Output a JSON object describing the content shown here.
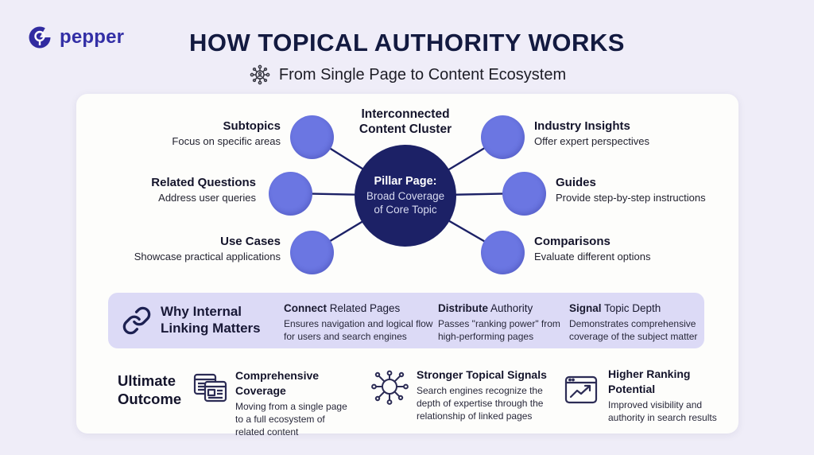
{
  "colors": {
    "background": "#efedf8",
    "panel": "#fdfdfb",
    "hub_navy": "#1c2166",
    "satellite_blue": "#6b76e2",
    "band_lavender": "#dcdaf6",
    "brand_indigo": "#332fa6",
    "title_navy": "#131a40"
  },
  "header": {
    "logo_text": "pepper",
    "title": "HOW TOPICAL AUTHORITY WORKS",
    "subtitle": "From Single Page to Content Ecosystem"
  },
  "cluster": {
    "heading": "Interconnected Content Cluster",
    "hub": {
      "title": "Pillar Page:",
      "line1": "Broad Coverage",
      "line2": "of Core Topic"
    },
    "nodes": [
      {
        "title": "Subtopics",
        "desc": "Focus on specific areas",
        "side": "left"
      },
      {
        "title": "Related Questions",
        "desc": "Address user queries",
        "side": "left"
      },
      {
        "title": "Use Cases",
        "desc": "Showcase practical applications",
        "side": "left"
      },
      {
        "title": "Industry Insights",
        "desc": "Offer expert perspectives",
        "side": "right"
      },
      {
        "title": "Guides",
        "desc": "Provide step-by-step instructions",
        "side": "right"
      },
      {
        "title": "Comparisons",
        "desc": "Evaluate different options",
        "side": "right"
      }
    ]
  },
  "linking": {
    "heading_line1": "Why Internal",
    "heading_line2": "Linking Matters",
    "items": [
      {
        "bold": "Connect",
        "rest": " Related Pages",
        "desc": "Ensures navigation and logical flow for users and search engines"
      },
      {
        "bold": "Distribute",
        "rest": " Authority",
        "desc": "Passes \"ranking power\" from high-performing pages"
      },
      {
        "bold": "Signal",
        "rest": " Topic Depth",
        "desc": "Demonstrates comprehensive coverage of the subject matter"
      }
    ]
  },
  "outcome": {
    "heading_line1": "Ultimate",
    "heading_line2": "Outcome",
    "items": [
      {
        "icon": "pages-icon",
        "title": "Comprehensive Coverage",
        "desc": "Moving from a single page to a full ecosystem of related content"
      },
      {
        "icon": "topical-network-icon",
        "title": "Stronger Topical Signals",
        "desc": "Search engines recognize the depth of expertise through the relationship of linked pages"
      },
      {
        "icon": "ranking-chart-icon",
        "title": "Higher Ranking Potential",
        "desc": "Improved visibility and authority in search results"
      }
    ]
  }
}
